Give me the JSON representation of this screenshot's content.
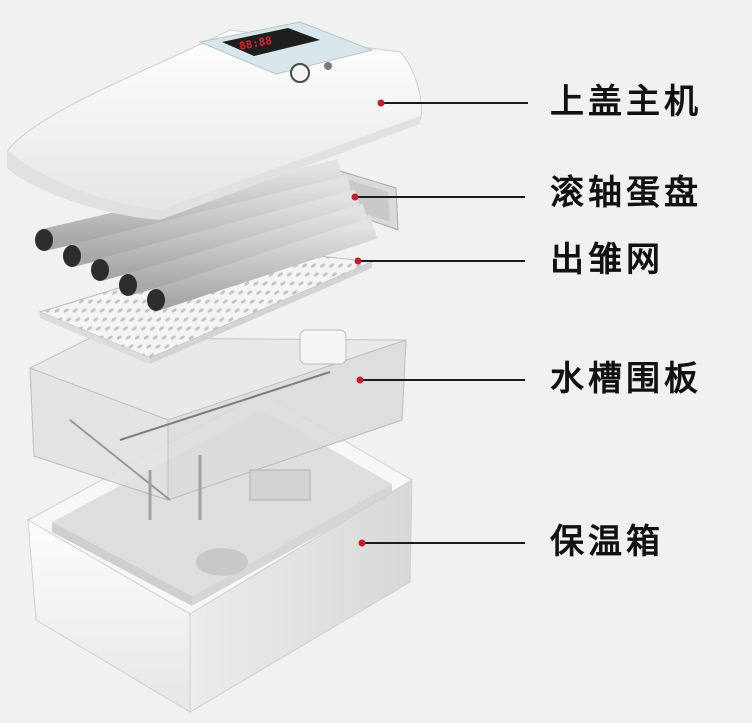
{
  "callouts": [
    {
      "label": "上盖主机"
    },
    {
      "label": "滚轴蛋盘"
    },
    {
      "label": "出雏网"
    },
    {
      "label": "水槽围板"
    },
    {
      "label": "保温箱"
    }
  ],
  "control_panel": {
    "display_digits": "88:88"
  },
  "colors": {
    "background": "#f1f1f1",
    "shell": "#fbfbfb",
    "shell_shadow": "#dcdcdc",
    "panel": "#d6e6ea",
    "led": "#e0242b",
    "roller": "#c9c9cb",
    "roller_end": "#2d2d2d",
    "leader_line": "#1a1a1a",
    "anchor_dot": "#c0202b"
  }
}
